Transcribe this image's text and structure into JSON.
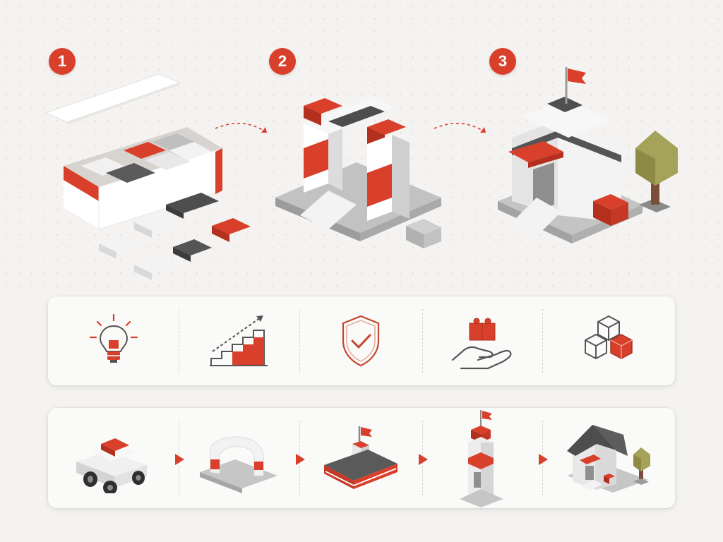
{
  "steps": [
    {
      "number": "1",
      "icon": "open-brick-box"
    },
    {
      "number": "2",
      "icon": "partial-brick-gate"
    },
    {
      "number": "3",
      "icon": "finished-brick-castle"
    }
  ],
  "benefits": [
    {
      "icon": "lightbulb-icon"
    },
    {
      "icon": "growth-stairs-icon"
    },
    {
      "icon": "shield-check-icon"
    },
    {
      "icon": "hand-brick-icon"
    },
    {
      "icon": "stacked-cubes-icon"
    }
  ],
  "models": [
    {
      "icon": "brick-car-icon"
    },
    {
      "icon": "brick-arch-icon"
    },
    {
      "icon": "brick-boat-icon"
    },
    {
      "icon": "brick-lighthouse-icon"
    },
    {
      "icon": "brick-house-icon"
    }
  ],
  "colors": {
    "accent": "#d9402b",
    "dark": "#555555",
    "light": "#ffffff",
    "grey": "#b9b9b9"
  }
}
